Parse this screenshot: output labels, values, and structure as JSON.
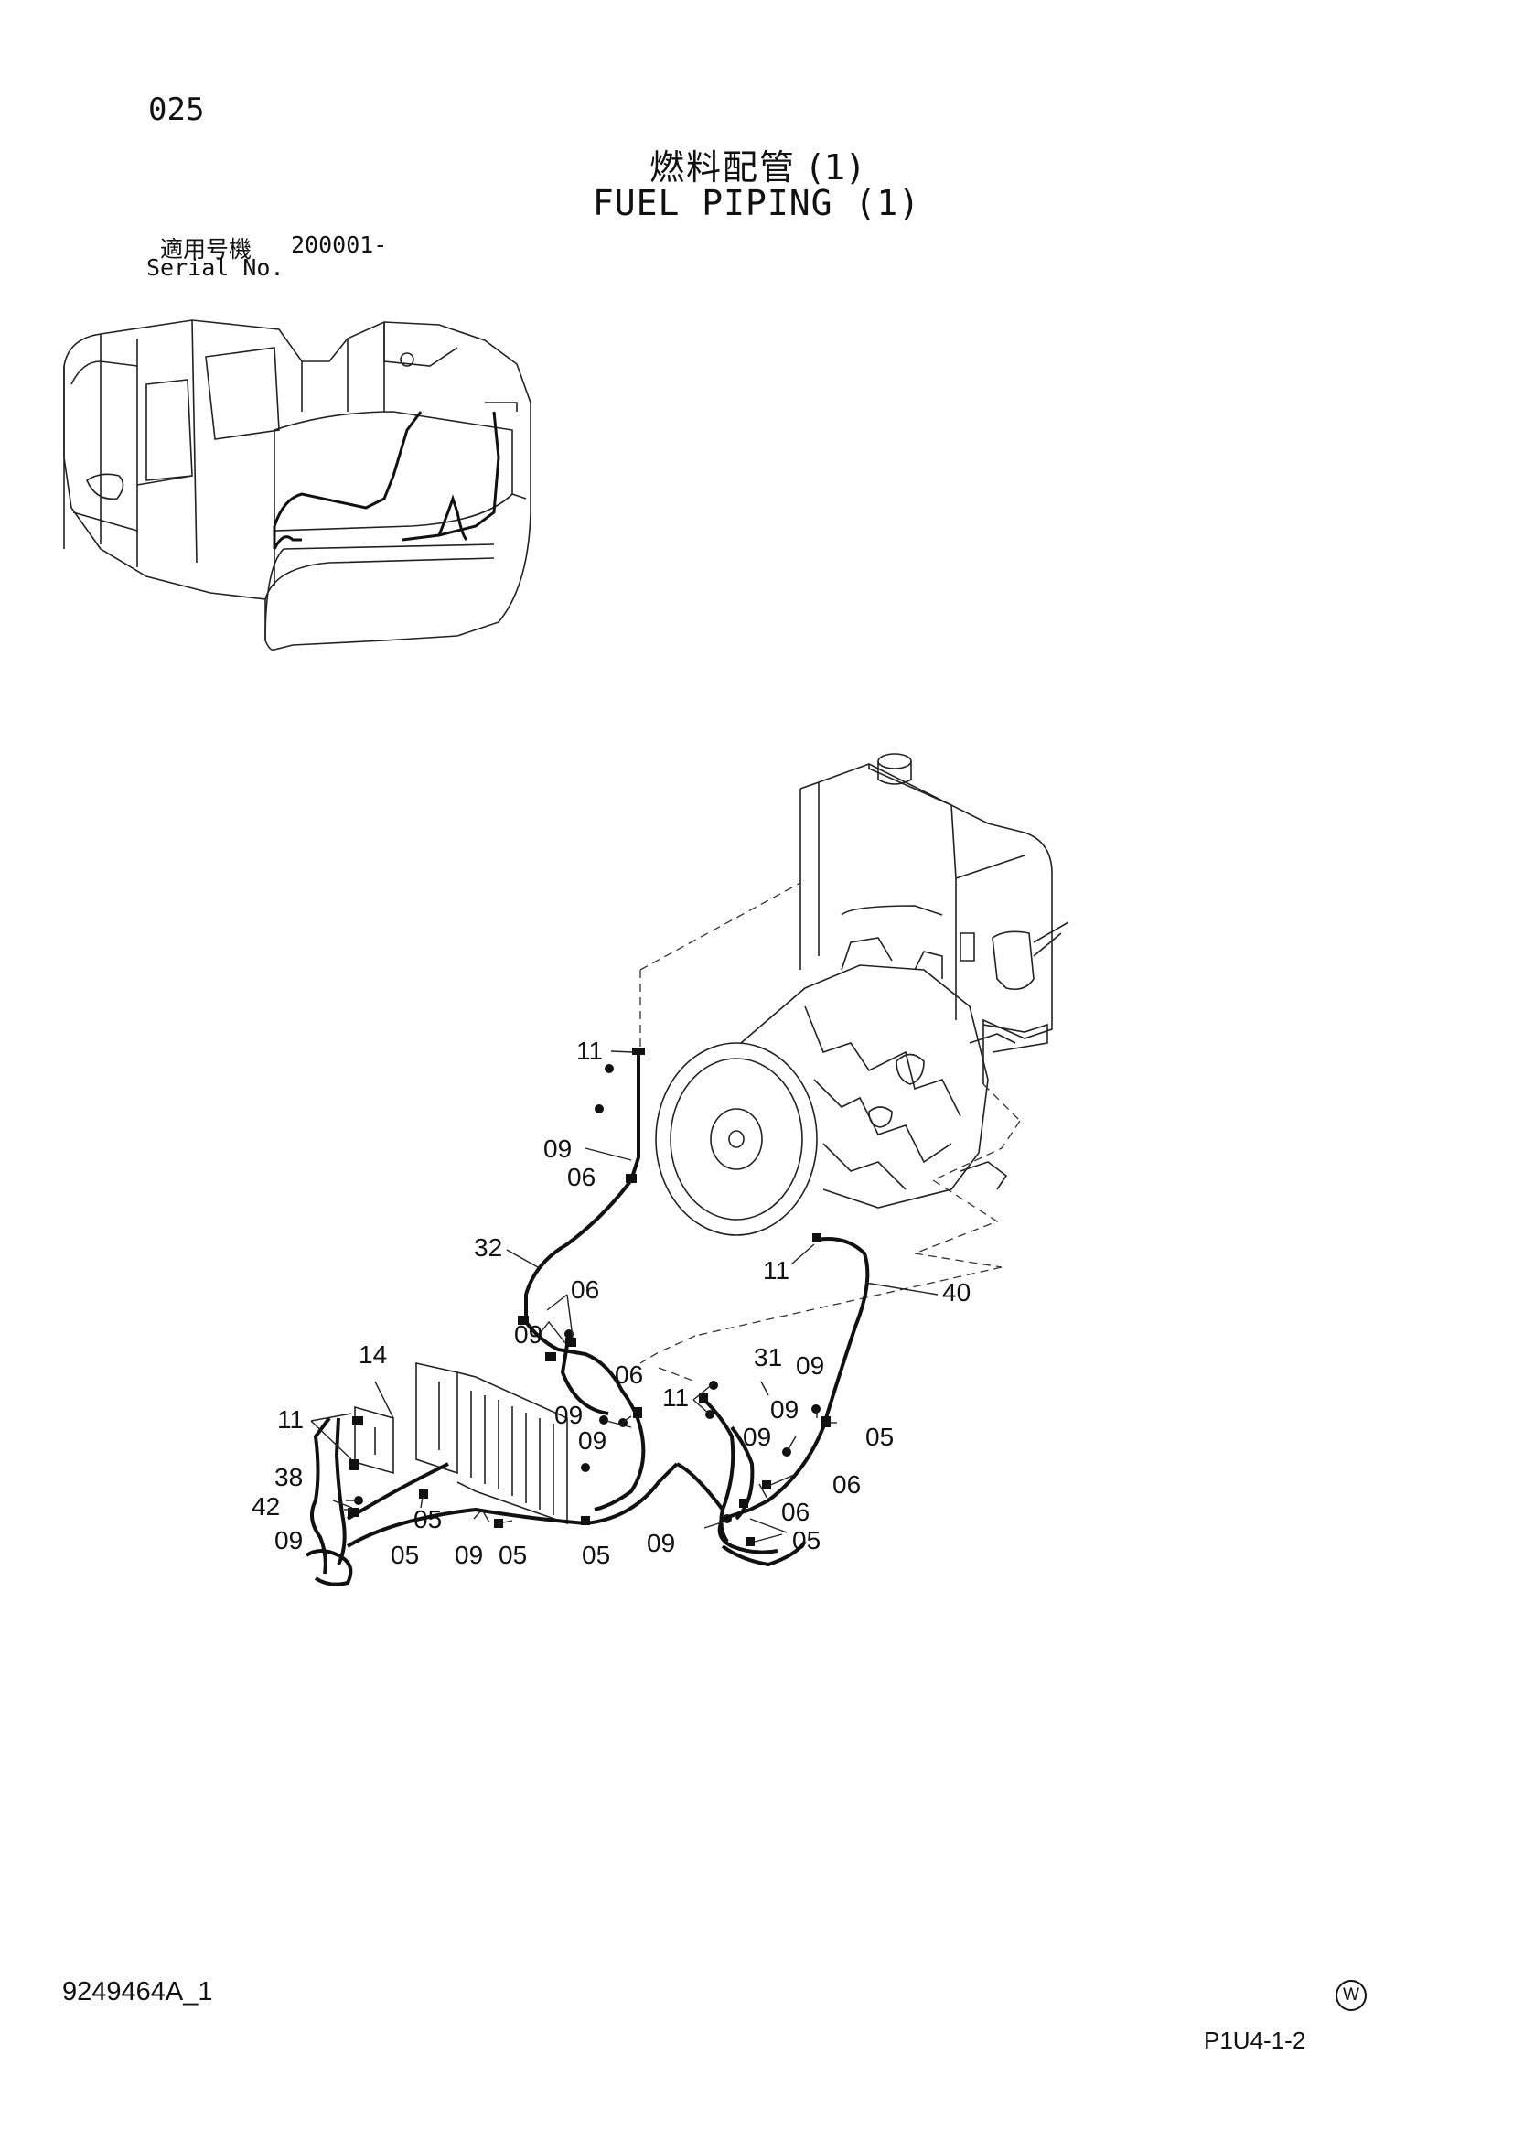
{
  "header": {
    "page_number": "025",
    "title_jp": "燃料配管 (1)",
    "title_en": "FUEL PIPING (1)",
    "serial_jp": "適用号機",
    "serial_value": "200001-",
    "serial_en": "Serial No."
  },
  "callouts": [
    {
      "id": "c1",
      "label": "11"
    },
    {
      "id": "c2",
      "label": "09"
    },
    {
      "id": "c3",
      "label": "06"
    },
    {
      "id": "c4",
      "label": "32"
    },
    {
      "id": "c5",
      "label": "06"
    },
    {
      "id": "c6",
      "label": "09"
    },
    {
      "id": "c7",
      "label": "06"
    },
    {
      "id": "c8",
      "label": "11"
    },
    {
      "id": "c9",
      "label": "40"
    },
    {
      "id": "c10",
      "label": "14"
    },
    {
      "id": "c11",
      "label": "11"
    },
    {
      "id": "c12",
      "label": "09"
    },
    {
      "id": "c13",
      "label": "09"
    },
    {
      "id": "c14",
      "label": "11"
    },
    {
      "id": "c15",
      "label": "31"
    },
    {
      "id": "c16",
      "label": "09"
    },
    {
      "id": "c17",
      "label": "09"
    },
    {
      "id": "c18",
      "label": "05"
    },
    {
      "id": "c19",
      "label": "09"
    },
    {
      "id": "c20",
      "label": "06"
    },
    {
      "id": "c21",
      "label": "38"
    },
    {
      "id": "c22",
      "label": "42"
    },
    {
      "id": "c23",
      "label": "05"
    },
    {
      "id": "c24",
      "label": "06"
    },
    {
      "id": "c25",
      "label": "09"
    },
    {
      "id": "c26",
      "label": "05"
    },
    {
      "id": "c27",
      "label": "09"
    },
    {
      "id": "c28",
      "label": "05"
    },
    {
      "id": "c29",
      "label": "05"
    },
    {
      "id": "c30",
      "label": "09"
    },
    {
      "id": "c31",
      "label": "05"
    }
  ],
  "footer": {
    "doc_id": "9249464A_1",
    "w_mark": "W",
    "page_code": "P1U4-1-2"
  }
}
